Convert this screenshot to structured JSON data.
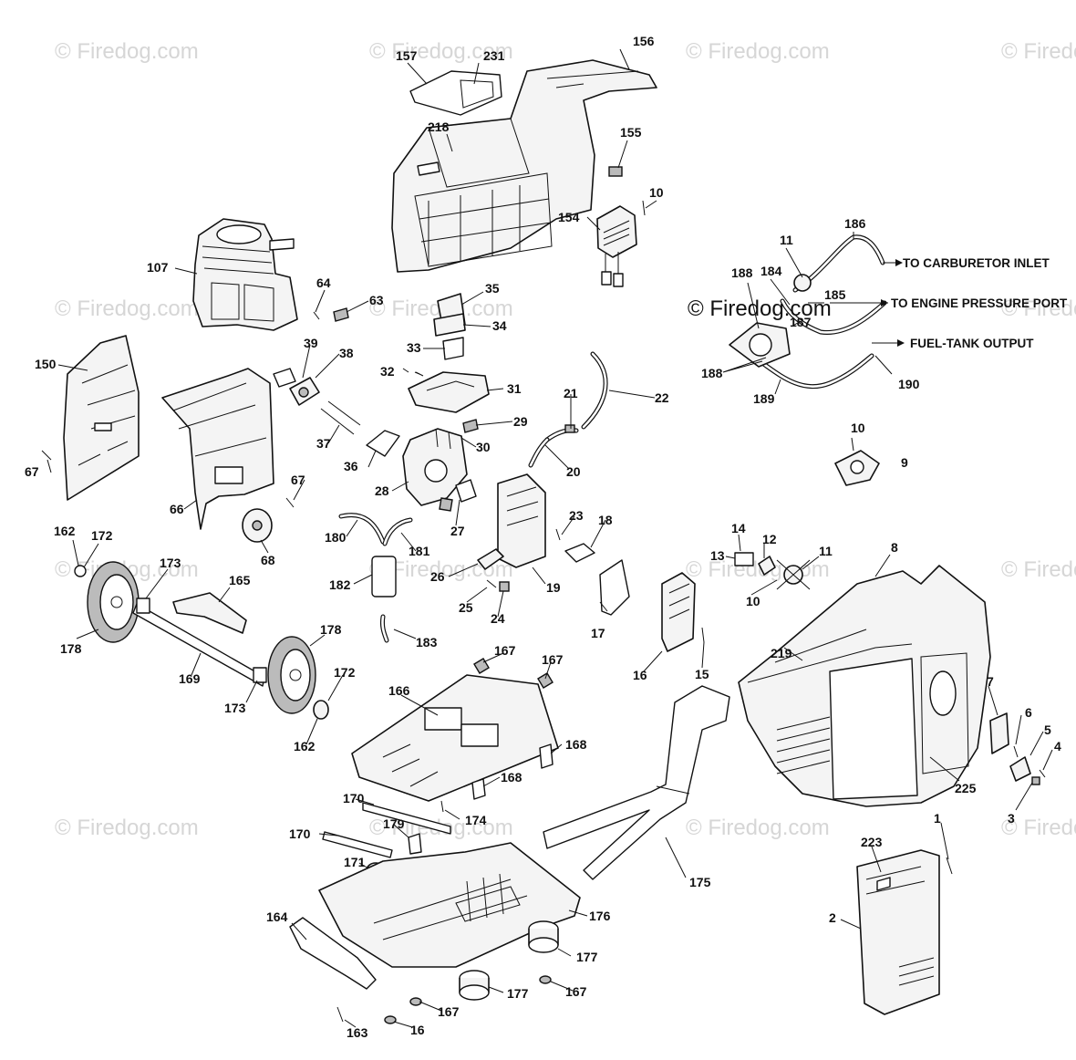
{
  "watermark": {
    "text": "© Firedog.com"
  },
  "copyright": "© Firedog.com",
  "notes": {
    "carb_inlet": "TO CARBURETOR INLET",
    "pressure_port": "TO ENGINE PRESSURE PORT",
    "fuel_tank": "FUEL-TANK OUTPUT"
  },
  "callouts": {
    "p156": "156",
    "p157": "157",
    "p231": "231",
    "p218": "218",
    "p155": "155",
    "p10a": "10",
    "p154": "154",
    "p186": "186",
    "p11a": "11",
    "p188a": "188",
    "p184": "184",
    "p185": "185",
    "p187": "187",
    "p188b": "188",
    "p190": "190",
    "p189": "189",
    "p107": "107",
    "p64": "64",
    "p63": "63",
    "p35": "35",
    "p34": "34",
    "p33": "33",
    "p39": "39",
    "p38": "38",
    "p150": "150",
    "p32": "32",
    "p31": "31",
    "p21": "21",
    "p22": "22",
    "p29": "29",
    "p37": "37",
    "p30": "30",
    "p10b": "10",
    "p9": "9",
    "p36": "36",
    "p28": "28",
    "p20": "20",
    "p67a": "67",
    "p67b": "67",
    "p66": "66",
    "p27": "27",
    "p23": "23",
    "p18": "18",
    "p162a": "162",
    "p172a": "172",
    "p180": "180",
    "p181": "181",
    "p14": "14",
    "p12": "12",
    "p8": "8",
    "p68": "68",
    "p13": "13",
    "p11b": "11",
    "p173a": "173",
    "p182": "182",
    "p26": "26",
    "p19": "19",
    "p10c": "10",
    "p165": "165",
    "p25": "25",
    "p24": "24",
    "p17": "17",
    "p178a": "178",
    "p183": "183",
    "p219": "219",
    "p15": "15",
    "p178b": "178",
    "p167a": "167",
    "p167b": "167",
    "p16a": "16",
    "p169": "169",
    "p172b": "172",
    "p7": "7",
    "p166": "166",
    "p173b": "173",
    "p6": "6",
    "p5": "5",
    "p4": "4",
    "p162b": "162",
    "p168a": "168",
    "p168b": "168",
    "p225": "225",
    "p3": "3",
    "p170a": "170",
    "p174": "174",
    "p170b": "170",
    "p179": "179",
    "p1": "1",
    "p223": "223",
    "p171": "171",
    "p175": "175",
    "p2": "2",
    "p164": "164",
    "p176": "176",
    "p177a": "177",
    "p177b": "177",
    "p167c": "167",
    "p167d": "167",
    "p163": "163",
    "p16b": "16"
  }
}
